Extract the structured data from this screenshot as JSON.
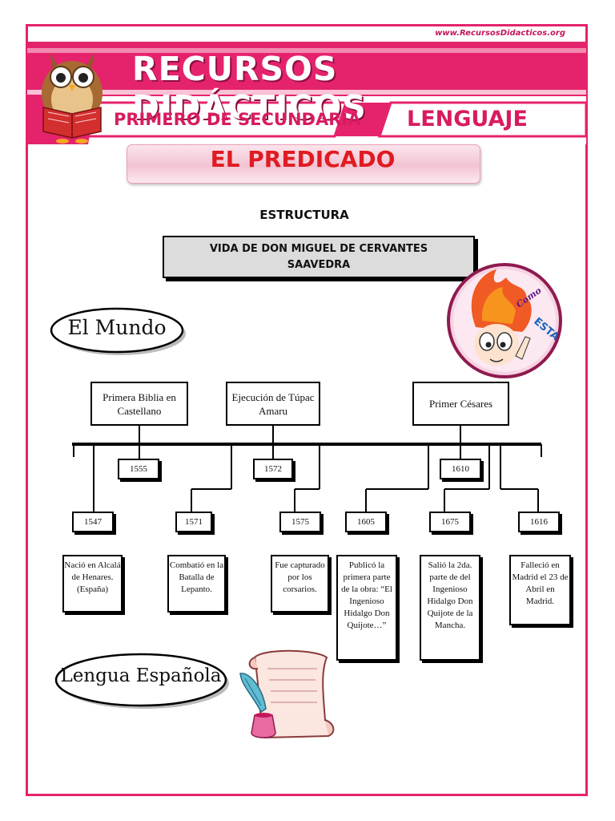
{
  "header": {
    "site_url": "www.RecursosDidacticos.org",
    "title": "RECURSOS DIDÁCTICOS",
    "grade": "PRIMERO DE SECUNDARIA",
    "subject": "LENGUAJE",
    "brand_color": "#e5236c"
  },
  "topic": {
    "title": "EL PREDICADO",
    "color": "#e01b22"
  },
  "section_heading": "ESTRUCTURA",
  "life_title": "VIDA DE DON MIGUEL DE CERVANTES SAAVEDRA",
  "badge_text": "Como ESTA",
  "world_label": "El Mundo",
  "world_events": [
    {
      "text": "Primera Biblia en Castellano",
      "year": "1555"
    },
    {
      "text": "Ejecución de Túpac Amaru",
      "year": "1572"
    },
    {
      "text": "Primer Césares",
      "year": "1610"
    }
  ],
  "life_events": [
    {
      "year": "1547",
      "text": "Nació en Alcalá de Henares. (España)"
    },
    {
      "year": "1571",
      "text": "Combatió en la Batalla de Lepanto."
    },
    {
      "year": "1575",
      "text": "Fue capturado por los corsarios."
    },
    {
      "year": "1605",
      "text": "Publicó la primera parte de la obra: “El Ingenioso Hidalgo Don Quijote…”"
    },
    {
      "year": "1675",
      "text": "Salió la 2da. parte de del Ingenioso Hidalgo Don Quijote de la Mancha."
    },
    {
      "year": "1616",
      "text": "Falleció en Madrid el 23 de Abril en Madrid."
    }
  ],
  "language_label": "Lengua Española",
  "icons": [
    "owl-reading-icon",
    "cartoon-face-icon",
    "quill-scroll-icon"
  ]
}
